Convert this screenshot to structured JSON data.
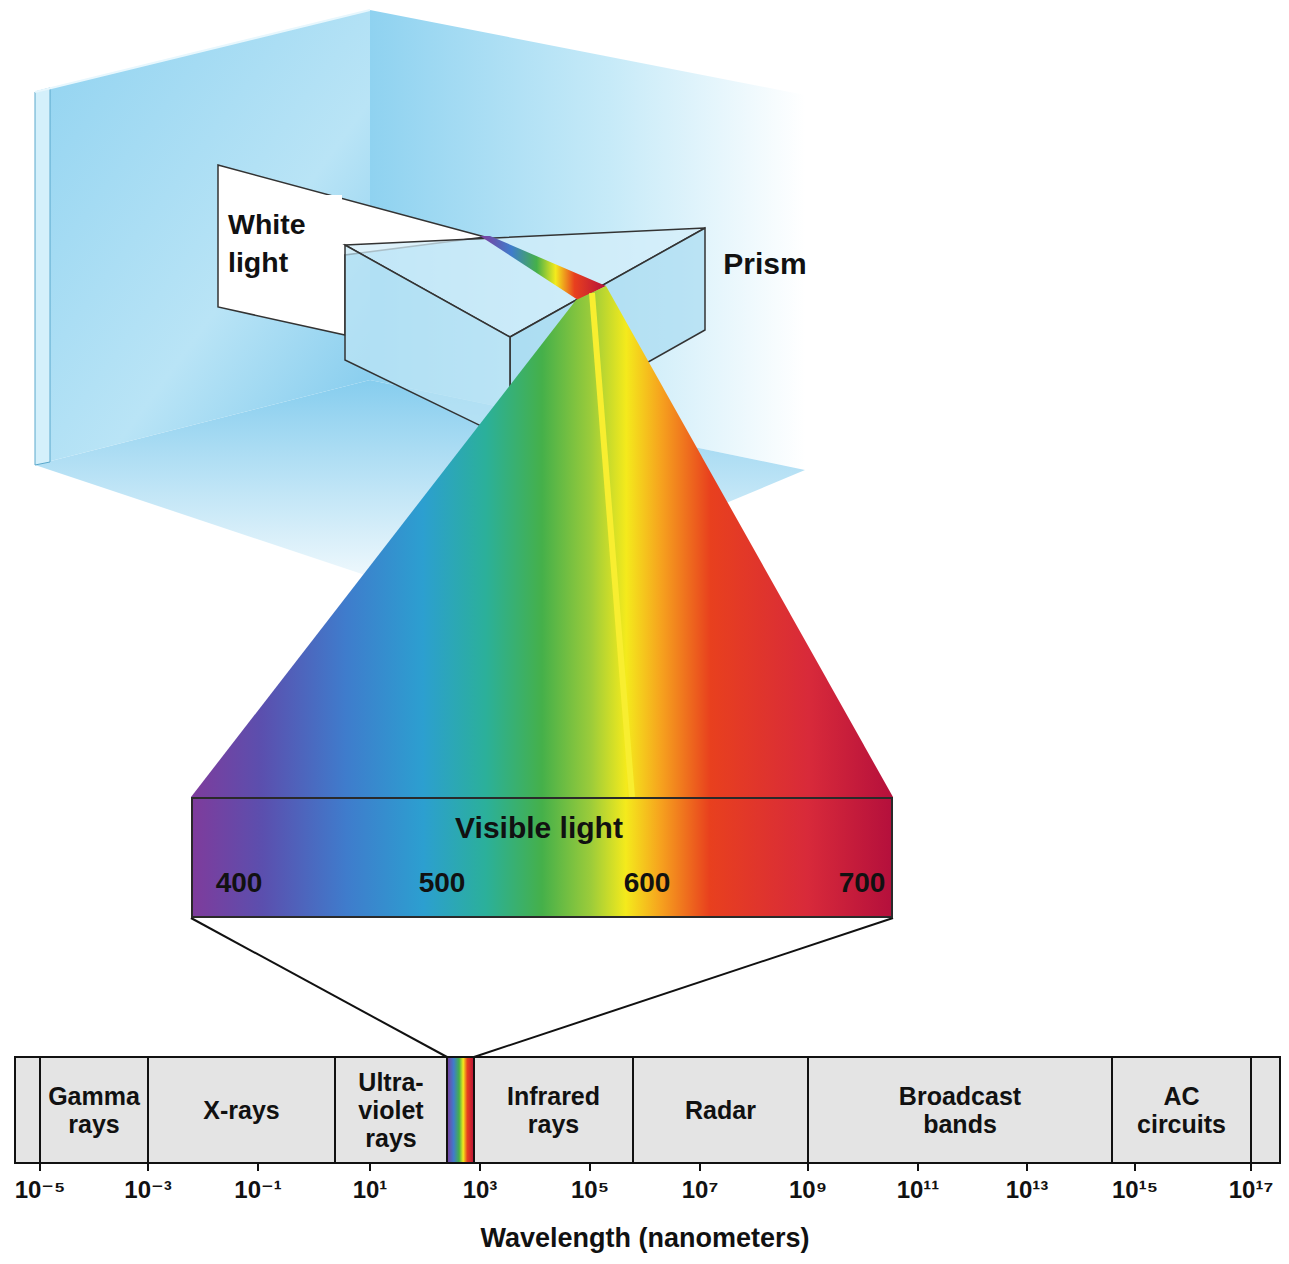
{
  "diagram": {
    "nodes": [
      {
        "text": [
          "White light"
        ]
      },
      {
        "text": [
          "Visible light",
          "400",
          "500",
          "600",
          "700"
        ]
      },
      {
        "text": [
          "Gamma rays"
        ]
      },
      {
        "text": [
          "X-rays"
        ]
      },
      {
        "text": [
          "Ultra-violet rays"
        ]
      },
      {
        "text": [
          "Infrared rays"
        ]
      },
      {
        "text": [
          "Radar"
        ]
      },
      {
        "text": [
          "Broadcast bands"
        ]
      },
      {
        "text": [
          "AC circuits"
        ]
      }
    ],
    "labels": [
      "Prism",
      "10⁻⁵",
      "10⁻³",
      "10⁻¹",
      "10¹",
      "10³",
      "10⁵",
      "10⁷",
      "10⁹",
      "10¹¹",
      "10¹³",
      "10¹⁵",
      "10¹⁷",
      "Wavelength (nanometers)"
    ]
  }
}
